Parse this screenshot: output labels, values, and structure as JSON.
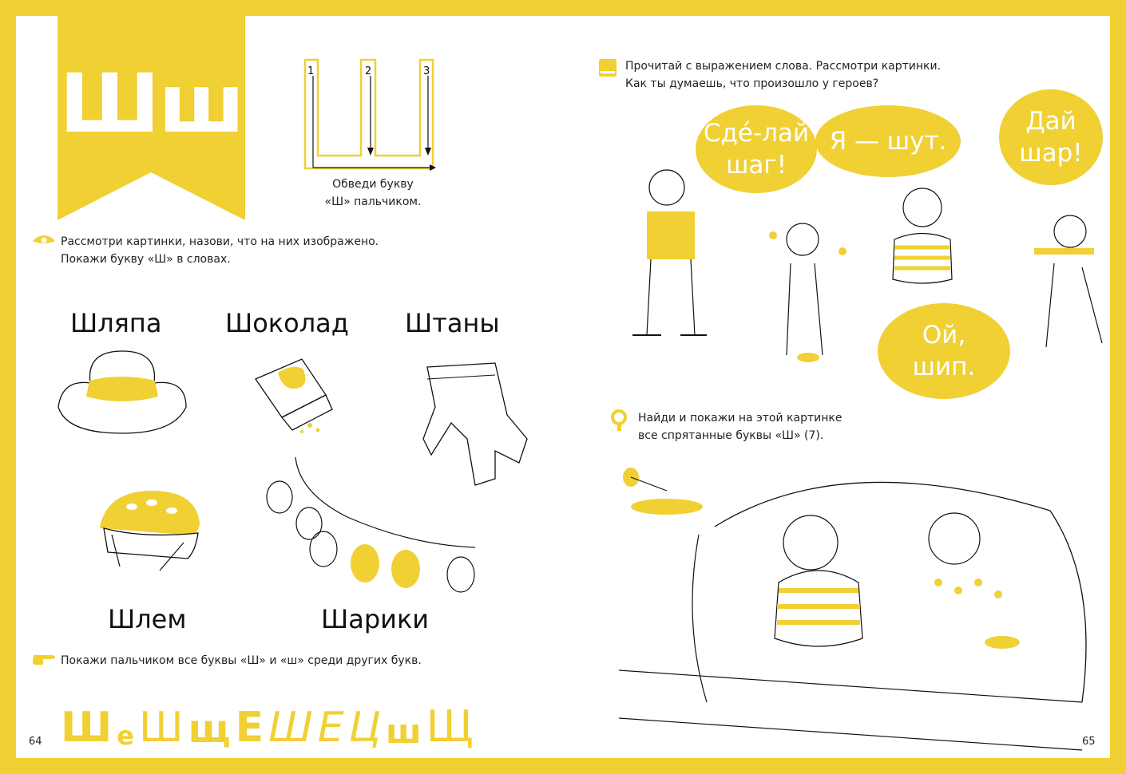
{
  "colors": {
    "accent": "#F0D033",
    "ink": "#111111",
    "white": "#ffffff"
  },
  "banner": {
    "letters": "Шш"
  },
  "tracing": {
    "numbers": [
      "1",
      "2",
      "3"
    ],
    "caption_line1": "Обведи букву",
    "caption_line2": "«Ш» пальчиком."
  },
  "section_look": {
    "icon": "eye-icon",
    "line1": "Рассмотри картинки, назови, что на них изображено.",
    "line2": "Покажи букву «Ш» в словах."
  },
  "words": [
    "Шляпа",
    "Шоколад",
    "Штаны",
    "Шлем",
    "Шарики"
  ],
  "section_find": {
    "icon": "pointing-hand-icon",
    "line1": "Покажи пальчиком все буквы «Ш» и «ш» среди других букв."
  },
  "letters": [
    "Ш",
    "е",
    "Ш",
    "щ",
    "Е",
    "Ш",
    "Е",
    "Ц",
    "ш",
    "Щ"
  ],
  "page_left_number": "64",
  "section_read": {
    "icon": "book-icon",
    "line1": "Прочитай с выражением слова. Рассмотри картинки.",
    "line2": "Как ты думаешь, что произошло у героев?"
  },
  "bubbles": {
    "b1_line1": "Сде́-лай",
    "b1_line2": "шаг!",
    "b2": "Я — шут.",
    "b3_line1": "Дай",
    "b3_line2": "шар!",
    "b4_line1": "Ой,",
    "b4_line2": "шип."
  },
  "section_search": {
    "icon": "magnifier-icon",
    "line1": "Найди и покажи на этой картинке",
    "line2": "все спрятанные буквы «Ш» (7)."
  },
  "page_right_number": "65"
}
